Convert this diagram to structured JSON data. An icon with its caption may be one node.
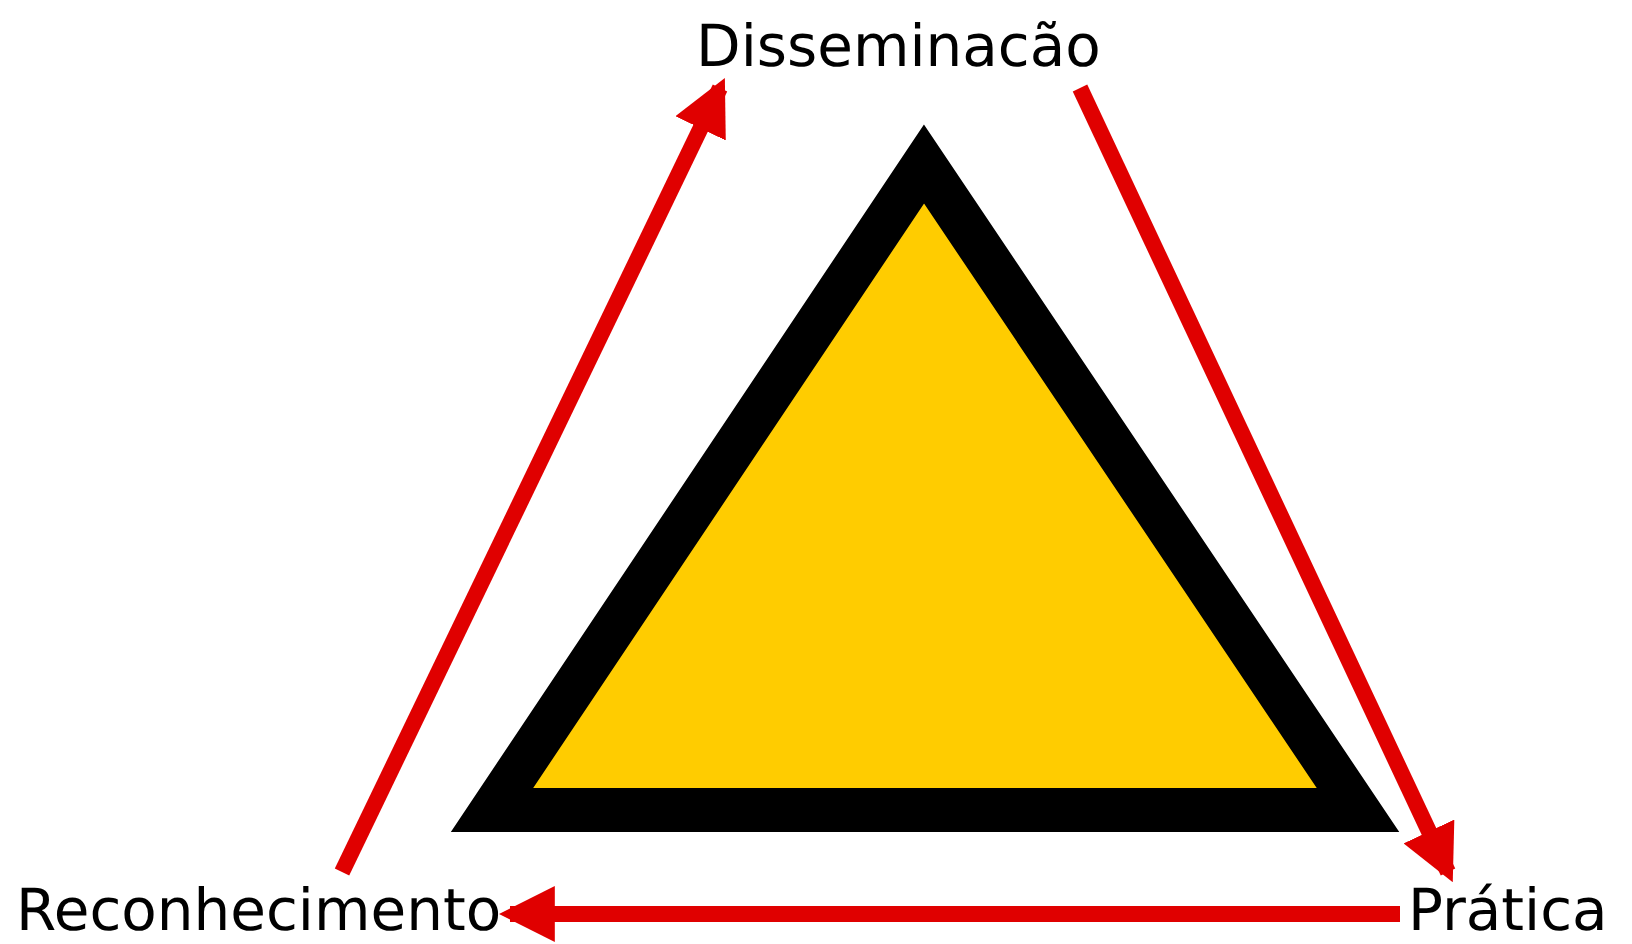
{
  "diagram": {
    "nodes": [
      {
        "text": [
          "Disseminacão"
        ]
      },
      {
        "text": [
          "Prática"
        ]
      },
      {
        "text": [
          "Reconhecimento"
        ]
      }
    ],
    "edges": [
      {
        "from": 2,
        "to": 0,
        "arrow": "to"
      },
      {
        "from": 0,
        "to": 1,
        "arrow": "to"
      },
      {
        "from": 1,
        "to": 2,
        "arrow": "to"
      }
    ]
  }
}
